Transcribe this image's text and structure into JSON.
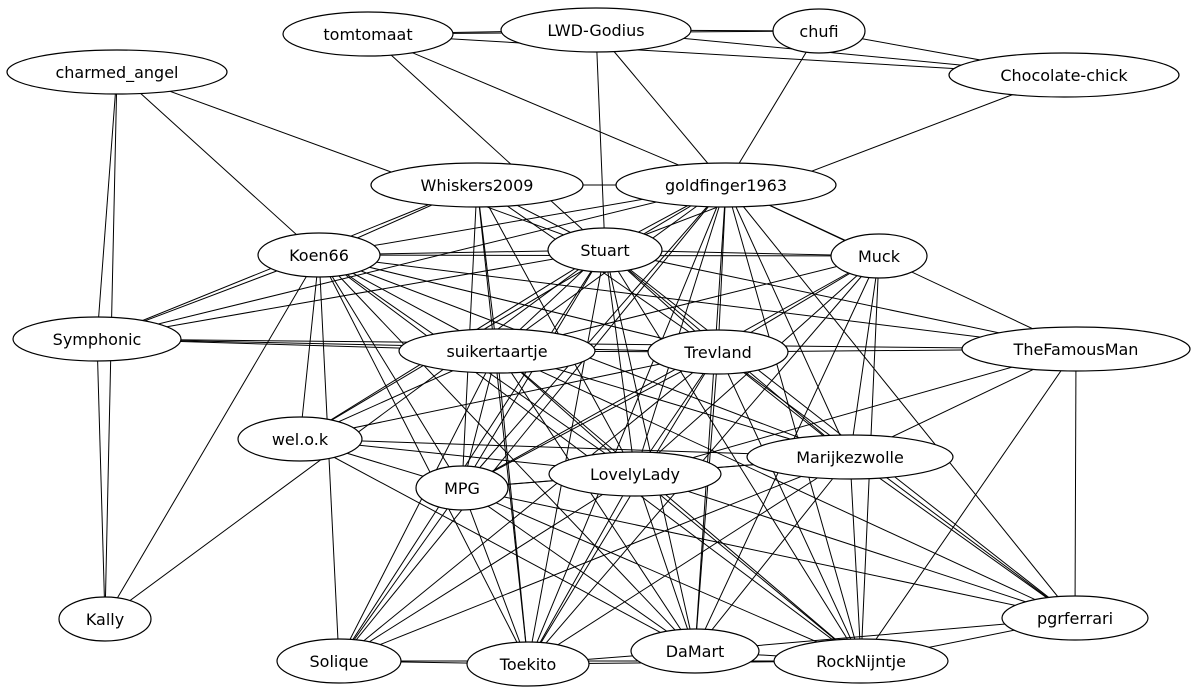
{
  "colors": {
    "background": "#ffffff",
    "stroke": "#000000",
    "text": "#000000"
  },
  "nodes": [
    {
      "id": "tomtomaat",
      "label": "tomtomaat"
    },
    {
      "id": "lwd_godius",
      "label": "LWD-Godius"
    },
    {
      "id": "chufi",
      "label": "chufi"
    },
    {
      "id": "chocolate_chick",
      "label": "Chocolate-chick"
    },
    {
      "id": "charmed_angel",
      "label": "charmed_angel"
    },
    {
      "id": "whiskers2009",
      "label": "Whiskers2009"
    },
    {
      "id": "goldfinger1963",
      "label": "goldfinger1963"
    },
    {
      "id": "koen66",
      "label": "Koen66"
    },
    {
      "id": "stuart",
      "label": "Stuart"
    },
    {
      "id": "muck",
      "label": "Muck"
    },
    {
      "id": "symphonic",
      "label": "Symphonic"
    },
    {
      "id": "suikertaartje",
      "label": "suikertaartje"
    },
    {
      "id": "trevland",
      "label": "Trevland"
    },
    {
      "id": "thefamousman",
      "label": "TheFamousMan"
    },
    {
      "id": "wel_o_k",
      "label": "wel.o.k"
    },
    {
      "id": "lovelylady",
      "label": "LovelyLady"
    },
    {
      "id": "marijkezwolle",
      "label": "Marijkezwolle"
    },
    {
      "id": "mpg",
      "label": "MPG"
    },
    {
      "id": "kally",
      "label": "Kally"
    },
    {
      "id": "pgrferrari",
      "label": "pgrferrari"
    },
    {
      "id": "solique",
      "label": "Solique"
    },
    {
      "id": "toekito",
      "label": "Toekito"
    },
    {
      "id": "damart",
      "label": "DaMart"
    },
    {
      "id": "rocknijntje",
      "label": "RockNijntje"
    }
  ],
  "edges": [
    [
      "tomtomaat",
      "lwd_godius"
    ],
    [
      "tomtomaat",
      "chufi"
    ],
    [
      "tomtomaat",
      "chocolate_chick"
    ],
    [
      "tomtomaat",
      "goldfinger1963"
    ],
    [
      "tomtomaat",
      "stuart"
    ],
    [
      "lwd_godius",
      "chufi"
    ],
    [
      "lwd_godius",
      "chocolate_chick"
    ],
    [
      "lwd_godius",
      "goldfinger1963"
    ],
    [
      "lwd_godius",
      "stuart"
    ],
    [
      "chufi",
      "chocolate_chick"
    ],
    [
      "chufi",
      "goldfinger1963"
    ],
    [
      "chocolate_chick",
      "stuart"
    ],
    [
      "charmed_angel",
      "koen66"
    ],
    [
      "charmed_angel",
      "stuart"
    ],
    [
      "charmed_angel",
      "symphonic"
    ],
    [
      "charmed_angel",
      "kally"
    ],
    [
      "whiskers2009",
      "goldfinger1963"
    ],
    [
      "whiskers2009",
      "koen66"
    ],
    [
      "whiskers2009",
      "stuart"
    ],
    [
      "whiskers2009",
      "symphonic"
    ],
    [
      "whiskers2009",
      "suikertaartje"
    ],
    [
      "whiskers2009",
      "trevland"
    ],
    [
      "whiskers2009",
      "mpg"
    ],
    [
      "whiskers2009",
      "toekito"
    ],
    [
      "whiskers2009",
      "lovelylady"
    ],
    [
      "goldfinger1963",
      "koen66"
    ],
    [
      "goldfinger1963",
      "stuart"
    ],
    [
      "goldfinger1963",
      "muck"
    ],
    [
      "goldfinger1963",
      "symphonic"
    ],
    [
      "goldfinger1963",
      "suikertaartje"
    ],
    [
      "goldfinger1963",
      "trevland"
    ],
    [
      "goldfinger1963",
      "thefamousman"
    ],
    [
      "goldfinger1963",
      "wel_o_k"
    ],
    [
      "goldfinger1963",
      "lovelylady"
    ],
    [
      "goldfinger1963",
      "marijkezwolle"
    ],
    [
      "goldfinger1963",
      "mpg"
    ],
    [
      "goldfinger1963",
      "pgrferrari"
    ],
    [
      "goldfinger1963",
      "solique"
    ],
    [
      "goldfinger1963",
      "toekito"
    ],
    [
      "goldfinger1963",
      "damart"
    ],
    [
      "goldfinger1963",
      "rocknijntje"
    ],
    [
      "koen66",
      "stuart"
    ],
    [
      "koen66",
      "muck"
    ],
    [
      "koen66",
      "symphonic"
    ],
    [
      "koen66",
      "suikertaartje"
    ],
    [
      "koen66",
      "trevland"
    ],
    [
      "koen66",
      "thefamousman"
    ],
    [
      "koen66",
      "wel_o_k"
    ],
    [
      "koen66",
      "lovelylady"
    ],
    [
      "koen66",
      "marijkezwolle"
    ],
    [
      "koen66",
      "mpg"
    ],
    [
      "koen66",
      "kally"
    ],
    [
      "koen66",
      "solique"
    ],
    [
      "koen66",
      "toekito"
    ],
    [
      "koen66",
      "damart"
    ],
    [
      "koen66",
      "rocknijntje"
    ],
    [
      "stuart",
      "muck"
    ],
    [
      "stuart",
      "symphonic"
    ],
    [
      "stuart",
      "suikertaartje"
    ],
    [
      "stuart",
      "trevland"
    ],
    [
      "stuart",
      "thefamousman"
    ],
    [
      "stuart",
      "wel_o_k"
    ],
    [
      "stuart",
      "lovelylady"
    ],
    [
      "stuart",
      "marijkezwolle"
    ],
    [
      "stuart",
      "mpg"
    ],
    [
      "stuart",
      "kally"
    ],
    [
      "stuart",
      "pgrferrari"
    ],
    [
      "stuart",
      "solique"
    ],
    [
      "stuart",
      "toekito"
    ],
    [
      "stuart",
      "damart"
    ],
    [
      "stuart",
      "rocknijntje"
    ],
    [
      "muck",
      "suikertaartje"
    ],
    [
      "muck",
      "trevland"
    ],
    [
      "muck",
      "lovelylady"
    ],
    [
      "muck",
      "marijkezwolle"
    ],
    [
      "muck",
      "mpg"
    ],
    [
      "muck",
      "toekito"
    ],
    [
      "muck",
      "damart"
    ],
    [
      "muck",
      "rocknijntje"
    ],
    [
      "symphonic",
      "suikertaartje"
    ],
    [
      "symphonic",
      "trevland"
    ],
    [
      "symphonic",
      "thefamousman"
    ],
    [
      "symphonic",
      "kally"
    ],
    [
      "suikertaartje",
      "trevland"
    ],
    [
      "suikertaartje",
      "wel_o_k"
    ],
    [
      "suikertaartje",
      "lovelylady"
    ],
    [
      "suikertaartje",
      "marijkezwolle"
    ],
    [
      "suikertaartje",
      "mpg"
    ],
    [
      "suikertaartje",
      "pgrferrari"
    ],
    [
      "suikertaartje",
      "solique"
    ],
    [
      "suikertaartje",
      "toekito"
    ],
    [
      "suikertaartje",
      "damart"
    ],
    [
      "suikertaartje",
      "rocknijntje"
    ],
    [
      "trevland",
      "thefamousman"
    ],
    [
      "trevland",
      "wel_o_k"
    ],
    [
      "trevland",
      "lovelylady"
    ],
    [
      "trevland",
      "marijkezwolle"
    ],
    [
      "trevland",
      "mpg"
    ],
    [
      "trevland",
      "pgrferrari"
    ],
    [
      "trevland",
      "solique"
    ],
    [
      "trevland",
      "toekito"
    ],
    [
      "trevland",
      "damart"
    ],
    [
      "trevland",
      "rocknijntje"
    ],
    [
      "thefamousman",
      "lovelylady"
    ],
    [
      "thefamousman",
      "marijkezwolle"
    ],
    [
      "thefamousman",
      "pgrferrari"
    ],
    [
      "thefamousman",
      "rocknijntje"
    ],
    [
      "wel_o_k",
      "lovelylady"
    ],
    [
      "wel_o_k",
      "marijkezwolle"
    ],
    [
      "wel_o_k",
      "mpg"
    ],
    [
      "wel_o_k",
      "damart"
    ],
    [
      "lovelylady",
      "marijkezwolle"
    ],
    [
      "lovelylady",
      "mpg"
    ],
    [
      "lovelylady",
      "pgrferrari"
    ],
    [
      "lovelylady",
      "solique"
    ],
    [
      "lovelylady",
      "toekito"
    ],
    [
      "lovelylady",
      "damart"
    ],
    [
      "lovelylady",
      "rocknijntje"
    ],
    [
      "marijkezwolle",
      "mpg"
    ],
    [
      "marijkezwolle",
      "pgrferrari"
    ],
    [
      "marijkezwolle",
      "solique"
    ],
    [
      "marijkezwolle",
      "toekito"
    ],
    [
      "marijkezwolle",
      "damart"
    ],
    [
      "marijkezwolle",
      "rocknijntje"
    ],
    [
      "mpg",
      "pgrferrari"
    ],
    [
      "mpg",
      "solique"
    ],
    [
      "mpg",
      "toekito"
    ],
    [
      "mpg",
      "damart"
    ],
    [
      "mpg",
      "rocknijntje"
    ],
    [
      "pgrferrari",
      "damart"
    ],
    [
      "pgrferrari",
      "rocknijntje"
    ],
    [
      "solique",
      "toekito"
    ],
    [
      "solique",
      "rocknijntje"
    ],
    [
      "toekito",
      "damart"
    ],
    [
      "toekito",
      "rocknijntje"
    ],
    [
      "damart",
      "rocknijntje"
    ]
  ]
}
